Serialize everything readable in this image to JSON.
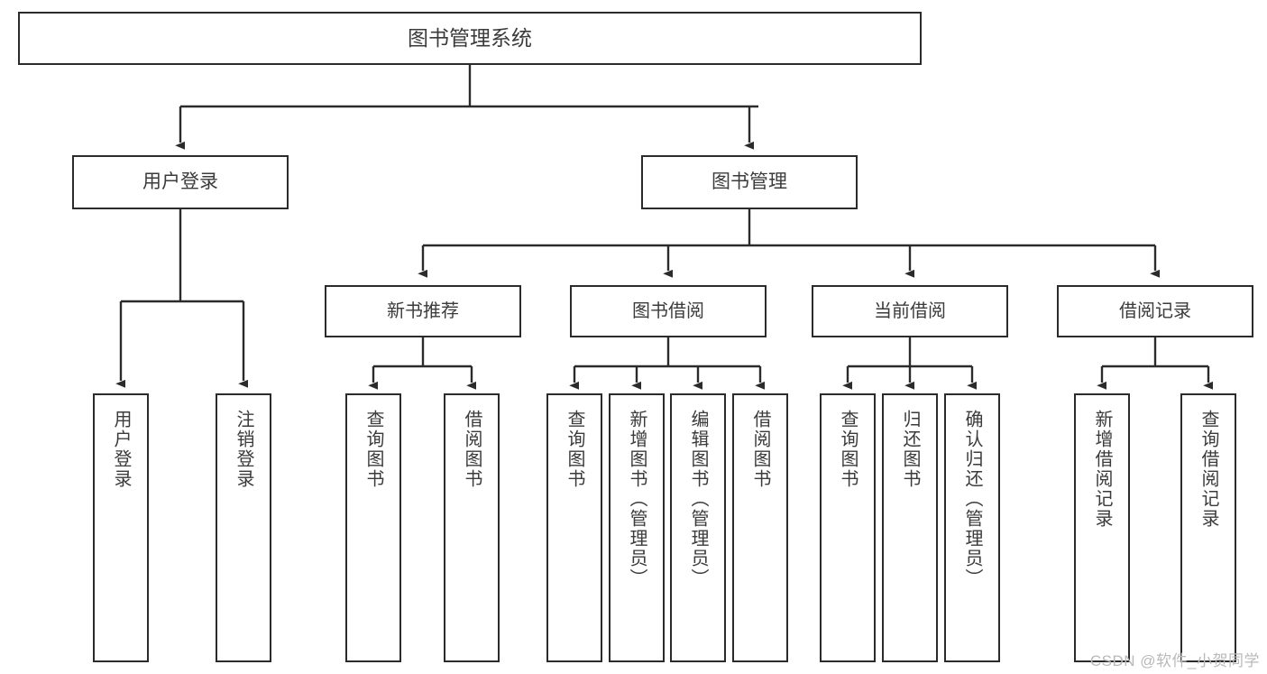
{
  "diagram": {
    "type": "tree",
    "title": "图书管理系统",
    "root": {
      "label": "图书管理系统"
    },
    "level2": [
      {
        "label": "用户登录"
      },
      {
        "label": "图书管理"
      }
    ],
    "level3": [
      {
        "label": "新书推荐"
      },
      {
        "label": "图书借阅"
      },
      {
        "label": "当前借阅"
      },
      {
        "label": "借阅记录"
      }
    ],
    "leaves": {
      "user_login": [
        {
          "label": "用户登录"
        },
        {
          "label": "注销登录"
        }
      ],
      "new_book": [
        {
          "label": "查询图书"
        },
        {
          "label": "借阅图书"
        }
      ],
      "book_borrow": [
        {
          "label": "查询图书"
        },
        {
          "label": "新增图书（管理员）"
        },
        {
          "label": "编辑图书（管理员）"
        },
        {
          "label": "借阅图书"
        }
      ],
      "current_borrow": [
        {
          "label": "查询图书"
        },
        {
          "label": "归还图书"
        },
        {
          "label": "确认归还（管理员）"
        }
      ],
      "borrow_record": [
        {
          "label": "新增借阅记录"
        },
        {
          "label": "查询借阅记录"
        }
      ]
    }
  },
  "watermark": {
    "text": "CSDN @软件_小贺同学"
  },
  "colors": {
    "box_border": "#2b2b2b",
    "box_fill": "#ffffff",
    "text": "#3b3b3b",
    "connector": "#2b2b2b",
    "watermark": "#b9b9b9"
  }
}
